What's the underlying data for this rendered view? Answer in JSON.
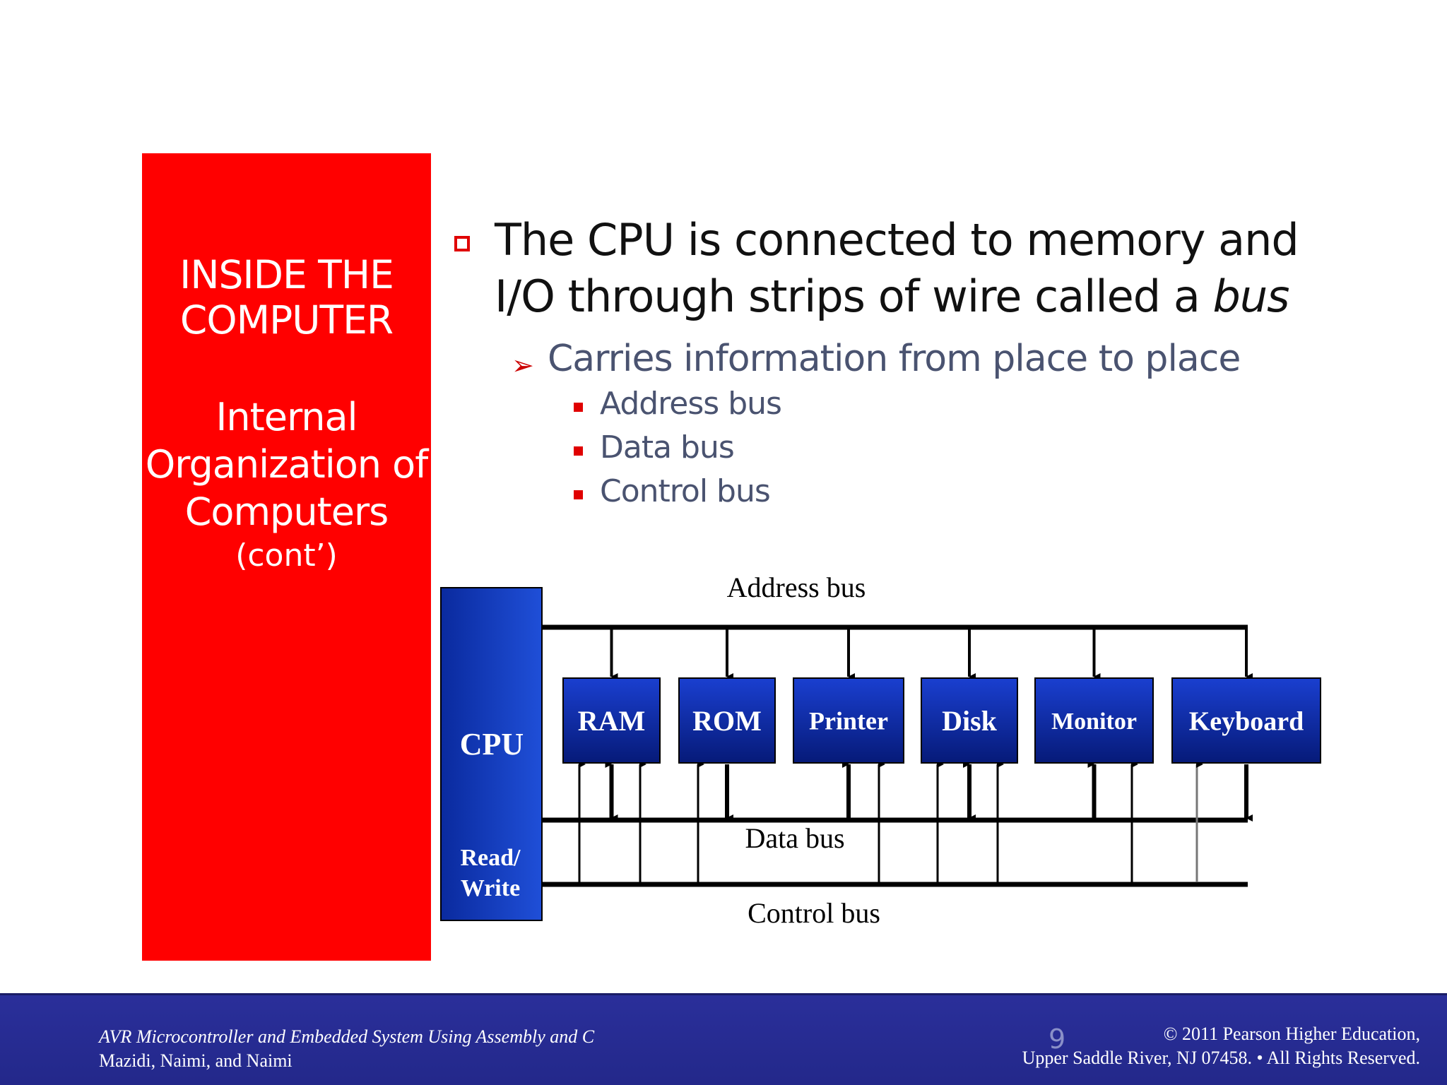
{
  "side_panel": {
    "title": "INSIDE THE\nCOMPUTER",
    "subtitle": "Internal\nOrganization of\nComputers",
    "cont": "(cont’)"
  },
  "bullets": {
    "main_part1": "The CPU is connected to memory and",
    "main_part2": "I/O through strips of wire called a ",
    "main_emph": "bus",
    "sub": "Carries information from place to place",
    "items": [
      "Address bus",
      "Data bus",
      "Control bus"
    ]
  },
  "diagram": {
    "cpu_label": "CPU",
    "rw_line1": "Read/",
    "rw_line2": "Write",
    "address_bus": "Address bus",
    "data_bus": "Data bus",
    "control_bus": "Control bus",
    "devices": [
      "RAM",
      "ROM",
      "Printer",
      "Disk",
      "Monitor",
      "Keyboard"
    ],
    "colors": {
      "box_top": "#1a3fd0",
      "box_bottom": "#061a78"
    }
  },
  "footer": {
    "book": "AVR Microcontroller and Embedded System Using Assembly and C",
    "authors": "Mazidi, Naimi, and Naimi",
    "page": "9",
    "copyright": "© 2011   Pearson Higher Education,\nUpper Saddle River, NJ 07458. • All Rights Reserved."
  }
}
